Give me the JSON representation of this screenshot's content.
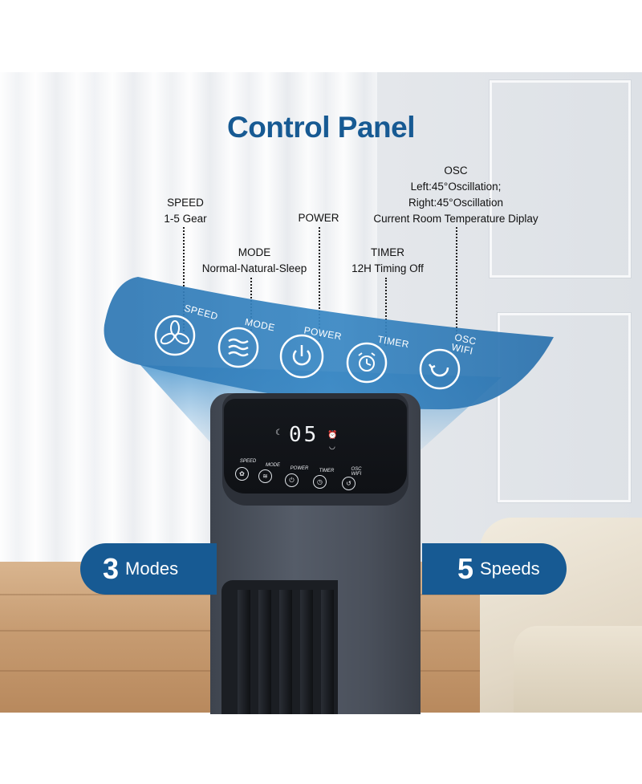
{
  "title": "Control Panel",
  "callouts": {
    "speed": {
      "name": "SPEED",
      "desc": "1-5 Gear"
    },
    "mode": {
      "name": "MODE",
      "desc": "Normal-Natural-Sleep"
    },
    "power": {
      "name": "POWER"
    },
    "timer": {
      "name": "TIMER",
      "desc": "12H Timing Off"
    },
    "osc": {
      "name": "OSC",
      "line1": "Left:45°Oscillation;",
      "line2": "Right:45°Oscillation",
      "line3": "Current Room Temperature Diplay"
    }
  },
  "banner_buttons": [
    {
      "label": "SPEED",
      "icon": "fan-icon"
    },
    {
      "label": "MODE",
      "icon": "waves-icon"
    },
    {
      "label": "POWER",
      "icon": "power-icon"
    },
    {
      "label": "TIMER",
      "icon": "alarm-clock-icon"
    },
    {
      "label": "OSC",
      "label2": "WIFI",
      "icon": "oscillation-icon"
    }
  ],
  "fan_display": {
    "digits": "05"
  },
  "fan_buttons": [
    {
      "label": "SPEED"
    },
    {
      "label": "MODE"
    },
    {
      "label": "POWER"
    },
    {
      "label": "TIMER"
    },
    {
      "label": "OSC",
      "label2": "WIFI"
    }
  ],
  "badges": {
    "modes": {
      "number": "3",
      "text": "Modes"
    },
    "speeds": {
      "number": "5",
      "text": "Speeds"
    }
  },
  "colors": {
    "brand_blue": "#175a93",
    "banner_blue": "#2f7fbd"
  }
}
